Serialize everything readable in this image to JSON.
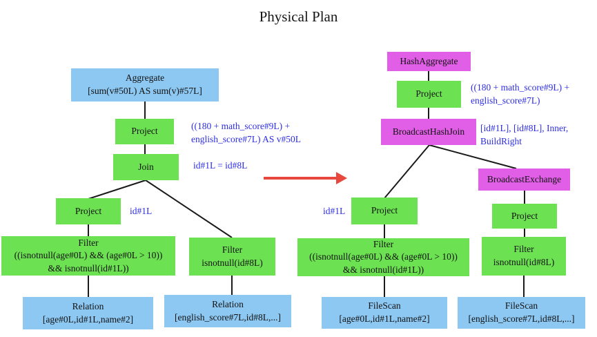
{
  "title": "Physical Plan",
  "colors": {
    "scan_node": "#8dc8f2",
    "operator_node": "#6ce253",
    "exchange_node": "#e15fe6",
    "annotation_text": "#2d2de4",
    "arrow": "#e8483d",
    "connector": "#1a1a1a"
  },
  "logical_tree": {
    "aggregate": {
      "lines": [
        "Aggregate",
        "[sum(v#50L) AS sum(v)#57L]"
      ]
    },
    "project_top": {
      "label": "Project",
      "annotation": [
        "((180 + math_score#9L) +",
        "english_score#7L) AS v#50L"
      ]
    },
    "join": {
      "label": "Join",
      "annotation": "id#1L = id#8L"
    },
    "project_left": {
      "label": "Project",
      "annotation": "id#1L"
    },
    "filter_left": {
      "lines": [
        "Filter",
        "((isnotnull(age#0L) && (age#0L > 10))",
        "&& isnotnull(id#1L))"
      ]
    },
    "filter_right": {
      "lines": [
        "Filter",
        "isnotnull(id#8L)"
      ]
    },
    "relation_left": {
      "lines": [
        "Relation",
        "[age#0L,id#1L,name#2]"
      ]
    },
    "relation_right": {
      "lines": [
        "Relation",
        "[english_score#7L,id#8L,...]"
      ]
    }
  },
  "physical_tree": {
    "hash_aggregate": {
      "label": "HashAggregate"
    },
    "project_top": {
      "label": "Project",
      "annotation": [
        "((180 + math_score#9L) +",
        "english_score#7L)"
      ]
    },
    "broadcast_hash_join": {
      "label": "BroadcastHashJoin",
      "annotation": [
        "[id#1L], [id#8L], Inner,",
        "BuildRight"
      ]
    },
    "broadcast_exchange": {
      "label": "BroadcastExchange"
    },
    "project_left": {
      "label": "Project",
      "annotation": "id#1L"
    },
    "project_right": {
      "label": "Project"
    },
    "filter_left": {
      "lines": [
        "Filter",
        "((isnotnull(age#0L) && (age#0L > 10))",
        "&& isnotnull(id#1L))"
      ]
    },
    "filter_right": {
      "lines": [
        "Filter",
        "isnotnull(id#8L)"
      ]
    },
    "filescan_left": {
      "lines": [
        "FileScan",
        "[age#0L,id#1L,name#2]"
      ]
    },
    "filescan_right": {
      "lines": [
        "FileScan",
        "[english_score#7L,id#8L,...]"
      ]
    }
  }
}
